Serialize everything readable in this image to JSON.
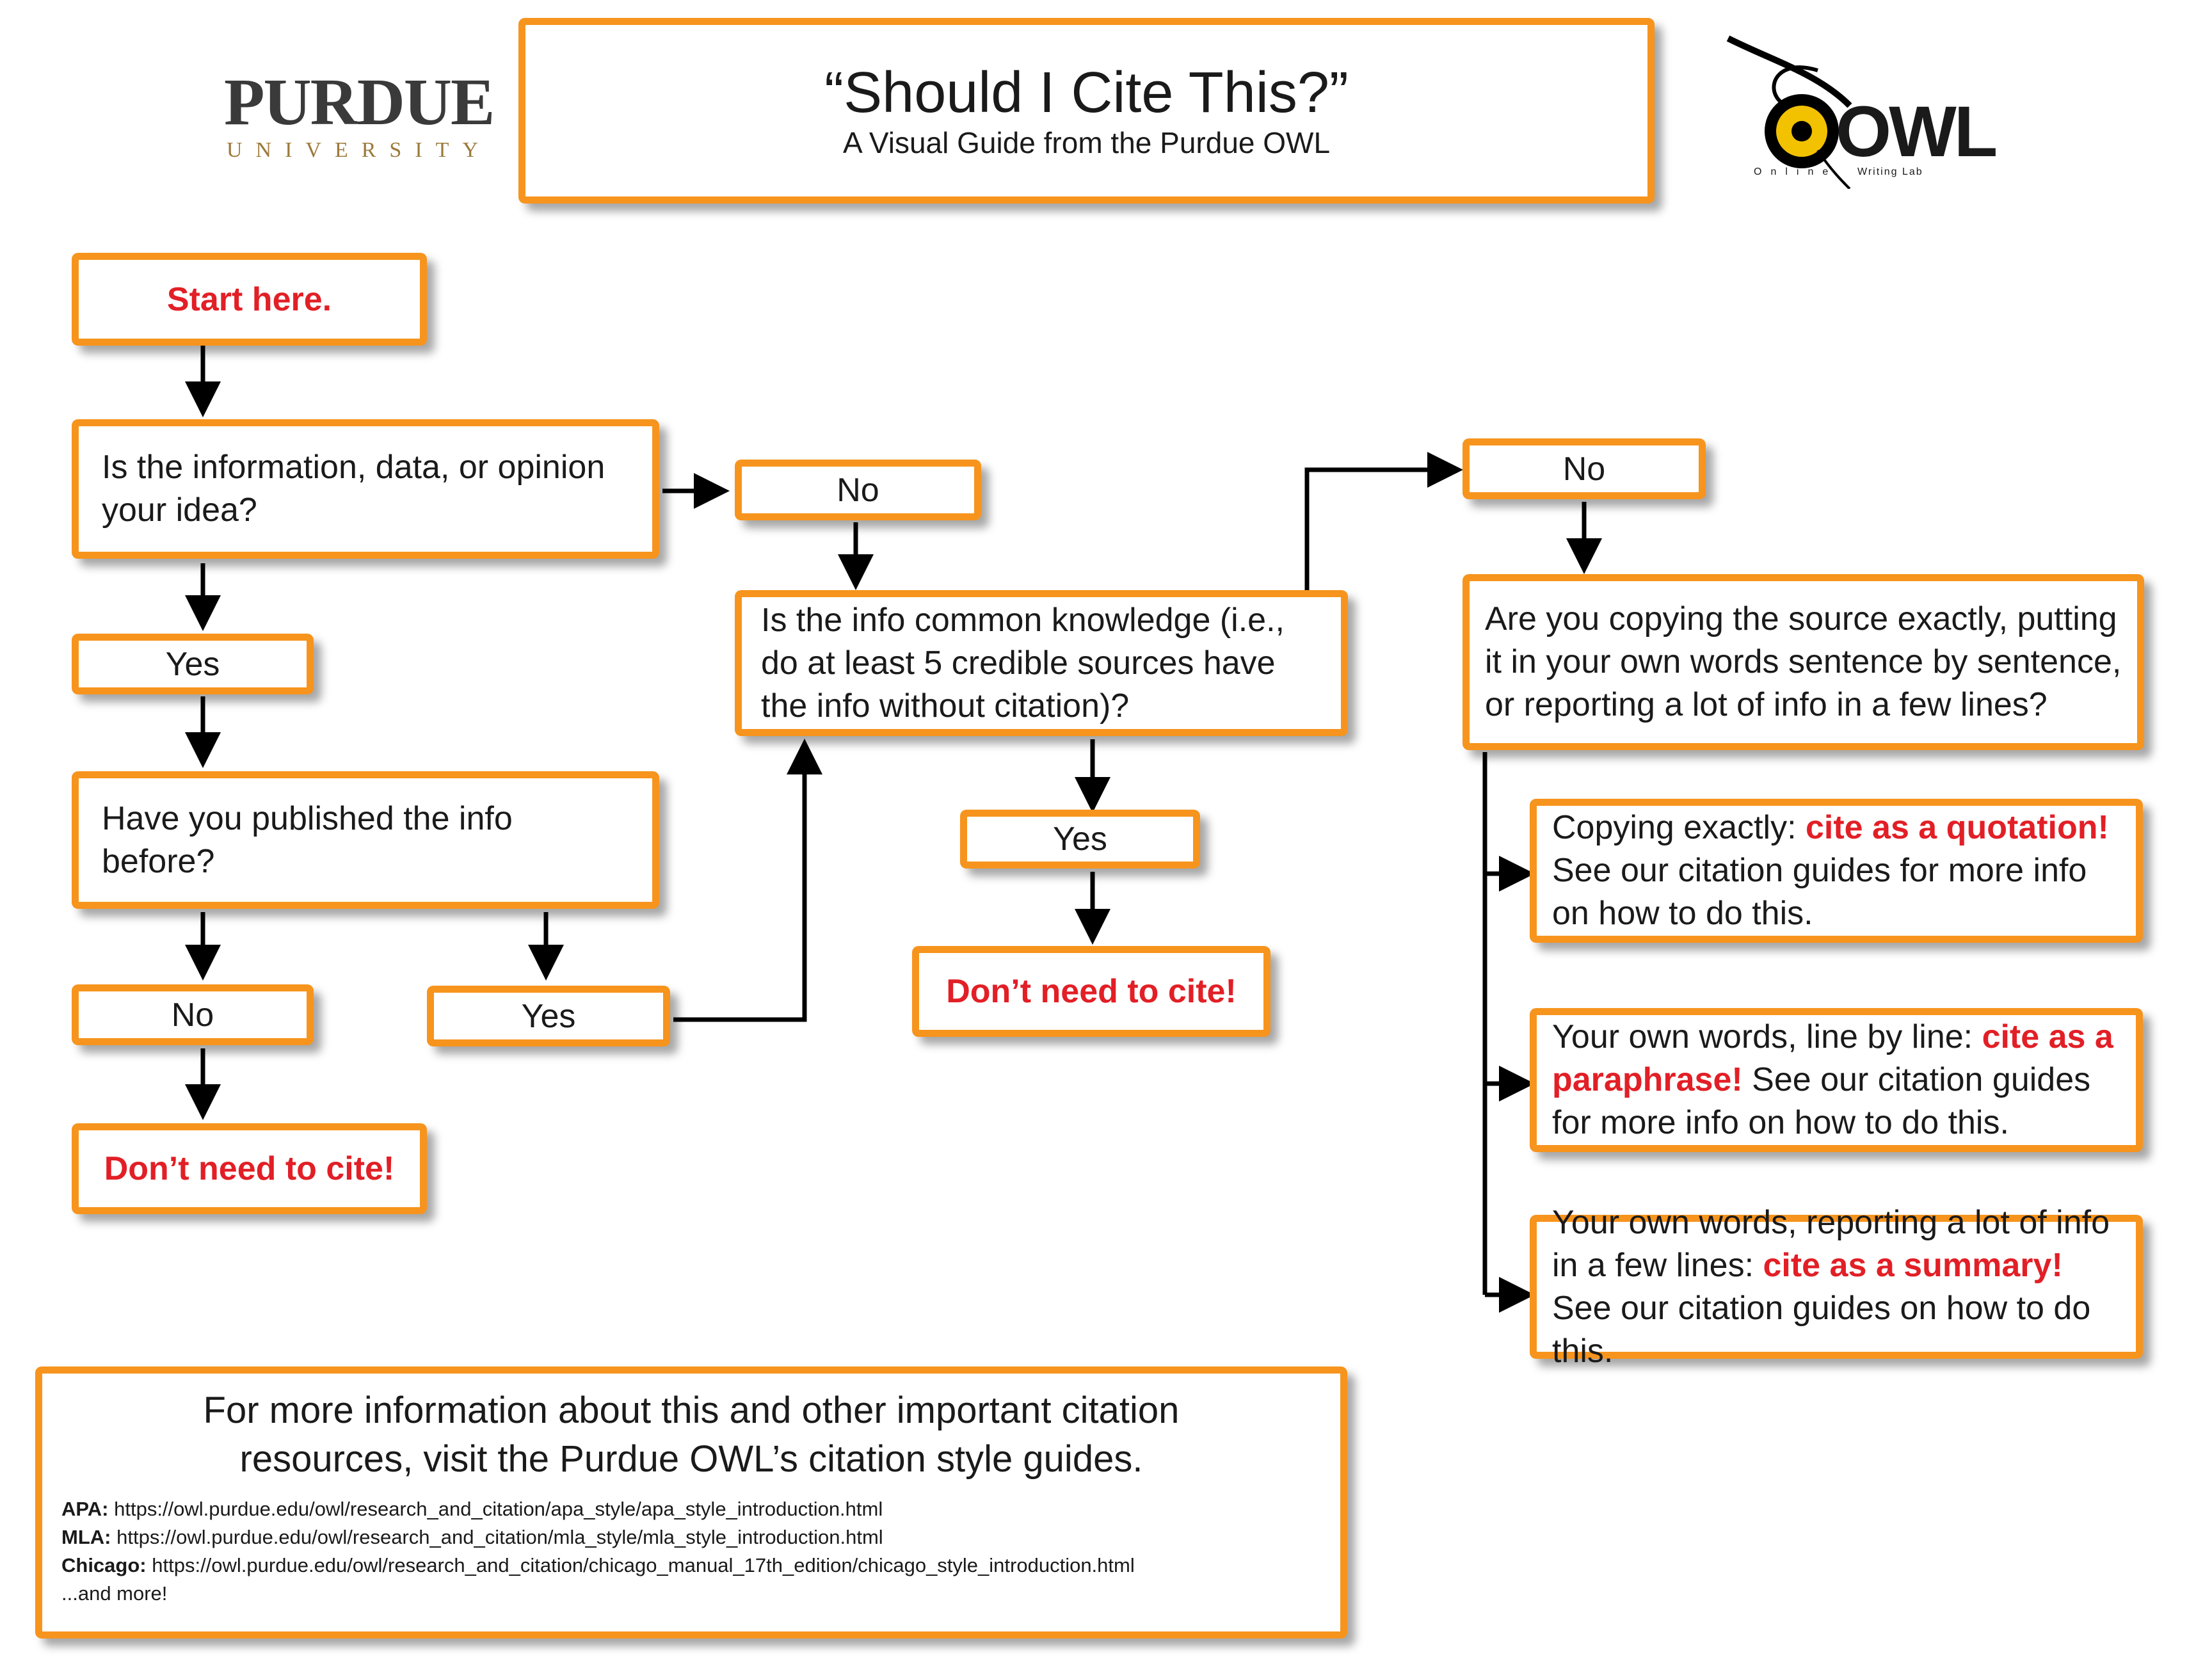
{
  "header": {
    "title": "“Should I Cite This?”",
    "subtitle": "A Visual Guide from the Purdue OWL"
  },
  "logos": {
    "purdue": {
      "name": "PURDUE",
      "sub": "UNIVERSITY"
    },
    "owl": {
      "name": "OWL",
      "sub1": "Online",
      "sub2": "Writing Lab"
    }
  },
  "flow": {
    "start": "Start here.",
    "q1": "Is the information, data, or opinion your idea?",
    "q1_no": "No",
    "q1_yes": "Yes",
    "q2": "Have you published the info before?",
    "q2_no": "No",
    "q2_yes": "Yes",
    "q2_no_result": "Don’t need to cite!",
    "q3": "Is the info common knowledge (i.e., do at least 5 credible sources have the info without citation)?",
    "q3_yes": "Yes",
    "q3_yes_result": "Don’t need to cite!",
    "q3_no": "No",
    "q4": "Are you copying the source exactly, putting it in your own words sentence by sentence, or reporting a lot of info in a few lines?",
    "r1": {
      "pre": "Copying exactly: ",
      "emph": "cite as a quotation!",
      "post": " See our citation guides for more info on how to do this."
    },
    "r2": {
      "pre": "Your own words, line by line: ",
      "emph": "cite as a paraphrase!",
      "post": " See our citation guides for more info on how to do this."
    },
    "r3": {
      "pre": "Your own words, reporting a lot of info in a few lines: ",
      "emph": "cite as a summary!",
      "post": " See our citation guides on how to do this."
    }
  },
  "footer": {
    "intro": "For more information about this and other important citation resources, visit the Purdue OWL’s citation style guides.",
    "links": [
      {
        "label": "APA:",
        "url": "https://owl.purdue.edu/owl/research_and_citation/apa_style/apa_style_introduction.html"
      },
      {
        "label": "MLA:",
        "url": "https://owl.purdue.edu/owl/research_and_citation/mla_style/mla_style_introduction.html"
      },
      {
        "label": "Chicago:",
        "url": "https://owl.purdue.edu/owl/research_and_citation/chicago_manual_17th_edition/chicago_style_introduction.html"
      }
    ],
    "more": "...and more!"
  },
  "colors": {
    "border": "#f7941d",
    "emphasis": "#e21f26",
    "purdue_gold": "#9b7a3a",
    "owl_yellow": "#f2c200"
  }
}
